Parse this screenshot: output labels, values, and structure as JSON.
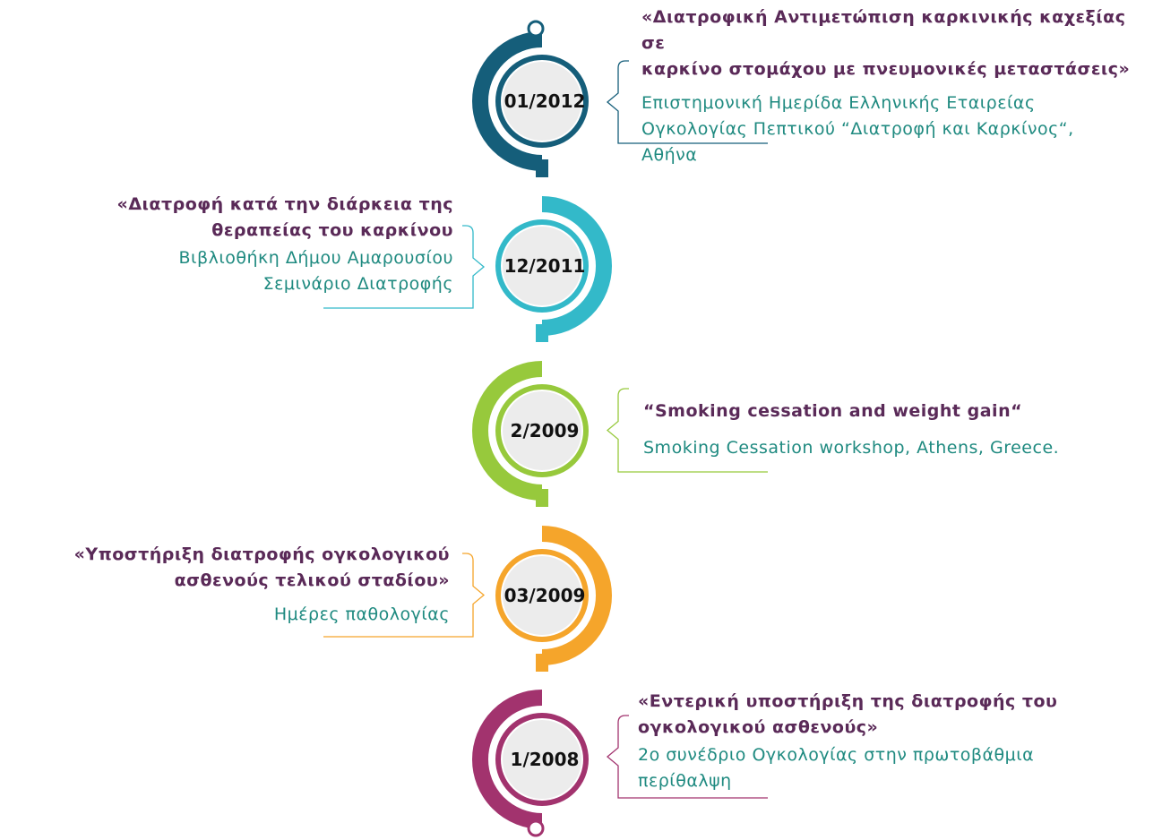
{
  "colors": {
    "entry_1": "#155E7A",
    "entry_2": "#33B9C9",
    "entry_3": "#97C93C",
    "entry_4": "#F5A52B",
    "entry_5": "#A2336E",
    "title_text": "#5a2a58",
    "detail_text": "#1f8a80",
    "disc_fill": "#ECECEC"
  },
  "entries": [
    {
      "date": "01/2012",
      "title": "«Διατροφική Αντιμετώπιση καρκινικής καχεξίας σε\nκαρκίνο στομάχου με πνευμονικές μεταστάσεις»",
      "detail": "Επιστημονική Ημερίδα Ελληνικής Εταιρείας\nΟγκολογίας Πεπτικού  “Διατροφή και Καρκίνος“,\nΑθήνα"
    },
    {
      "date": "12/2011",
      "title": "«Διατροφή κατά την διάρκεια της\nθεραπείας του καρκίνου",
      "detail": "Βιβλιοθήκη Δήμου Αμαρουσίου\nΣεμινάριο Διατροφής"
    },
    {
      "date": "2/2009",
      "title": "“Smoking cessation and weight gain“",
      "detail": "Smoking Cessation workshop, Athens, Greece."
    },
    {
      "date": "03/2009",
      "title": "«Υποστήριξη διατροφής ογκολογικού\nασθενούς τελικού σταδίου»",
      "detail": "Ημέρες παθολογίας"
    },
    {
      "date": "1/2008",
      "title": "«Εντερική υποστήριξη της διατροφής του\nογκολογικού ασθενούς»",
      "detail": "2ο συνέδριο Ογκολογίας στην πρωτοβάθμια\nπερίθαλψη"
    }
  ]
}
